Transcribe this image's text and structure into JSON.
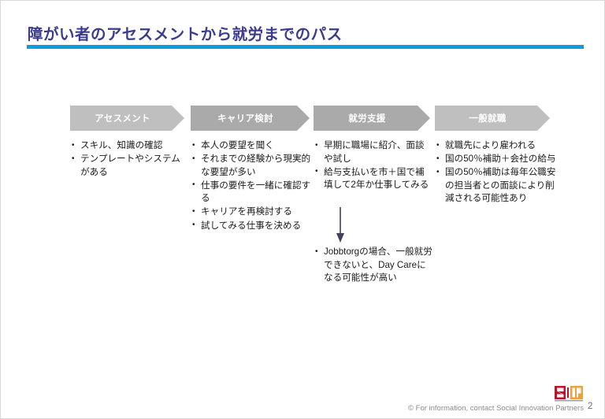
{
  "slide": {
    "title": "障がい者のアセスメントから就労までのパス",
    "accent_color": "#0d9ddb",
    "title_color": "#3b3b8f",
    "chevron_color": "#bfbfbf",
    "arrow_color": "#404060",
    "page_number": "2"
  },
  "stages": [
    {
      "label": "アセスメント"
    },
    {
      "label": "キャリア検討"
    },
    {
      "label": "就労支援"
    },
    {
      "label": "一般就職"
    }
  ],
  "columns": [
    {
      "bullets": [
        "スキル、知識の確認",
        "テンプレートやシステムがある"
      ]
    },
    {
      "bullets": [
        "本人の要望を聞く",
        "それまでの経験から現実的な要望が多い",
        "仕事の要件を一緒に確認する",
        "キャリアを再検討する",
        "試してみる仕事を決める"
      ]
    },
    {
      "bullets": [
        "早期に職場に紹介、面談や試し",
        "給与支払いを市＋国で補填して2年か仕事してみる"
      ]
    },
    {
      "bullets": [
        "就職先により雇われる",
        "国の50％補助＋会社の給与",
        "国の50％補助は毎年公職安の担当者との面談により削減される可能性あり"
      ]
    }
  ],
  "lower_note": {
    "bullets": [
      "Jobbtorgの場合、一般就労できないと、Day Careになる可能性が高い"
    ]
  },
  "footer": {
    "copyright": "© For information, contact  Social Innovation Partners",
    "logo_name": "sip-logo"
  }
}
